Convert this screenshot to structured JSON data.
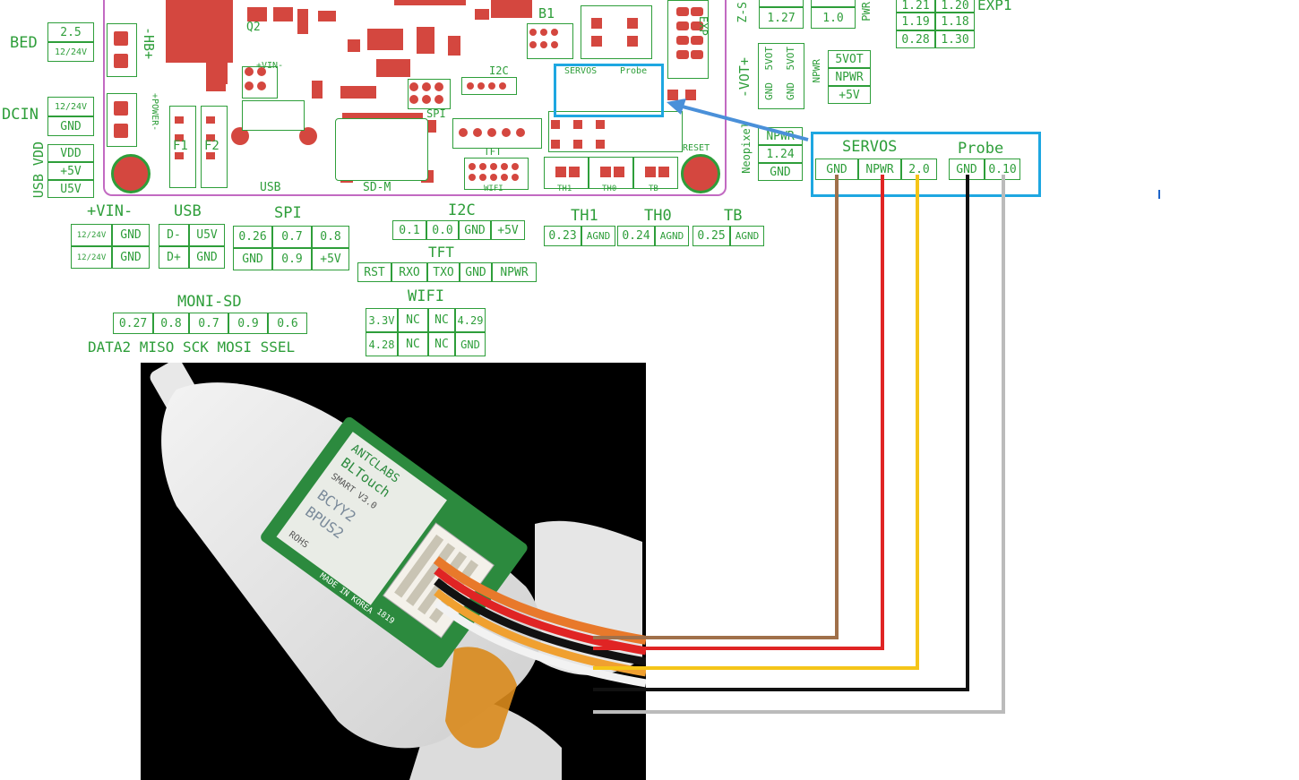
{
  "board": {
    "section_labels": {
      "bed": "BED",
      "dcin": "DCIN",
      "usb_vdd": "USB VDD",
      "vin": "+VIN-",
      "usb": "USB",
      "spi": "SPI",
      "i2c": "I2C",
      "tft": "TFT",
      "wifi": "WIFI",
      "th1": "TH1",
      "th0": "TH0",
      "tb": "TB",
      "moni_sd": "MONI-SD",
      "moni_sd_pins": "DATA2 MISO SCK MOSI SSEL",
      "vot": "-VOT+",
      "neopixel": "Neopixel",
      "npwr": "NPWR",
      "exp1": "EXP1",
      "pwr": "PWR",
      "z_s": "Z-S"
    },
    "silkscreen": {
      "q2": "Q2",
      "f1": "F1",
      "f2": "F2",
      "usb": "USB",
      "sd_m": "SD-M",
      "spi": "SPI",
      "i2c": "I2C",
      "tft": "TFT",
      "wifi": "WIFI",
      "th1": "TH1",
      "th0": "TH0",
      "tb": "TB",
      "reset": "RESET",
      "servos": "SERVOS",
      "probe": "Probe",
      "hb": "-HB+",
      "power": "+POWER-",
      "vin": "+VIN-",
      "exp": "EXP",
      "b1": "B1"
    },
    "bed_pins": [
      "2.5",
      "12/24V"
    ],
    "dcin_pins": [
      "12/24V",
      "GND"
    ],
    "usb_vdd_pins": [
      "VDD",
      "+5V",
      "U5V"
    ],
    "vin_pins": [
      [
        "12/24V",
        "GND"
      ],
      [
        "12/24V",
        "GND"
      ]
    ],
    "usb_pins": [
      [
        "D-",
        "U5V"
      ],
      [
        "D+",
        "GND"
      ]
    ],
    "spi_pins": [
      [
        "0.26",
        "0.7",
        "0.8"
      ],
      [
        "GND",
        "0.9",
        "+5V"
      ]
    ],
    "i2c_pins": [
      "0.1",
      "0.0",
      "GND",
      "+5V"
    ],
    "tft_pins": [
      "RST",
      "RXO",
      "TXO",
      "GND",
      "NPWR"
    ],
    "wifi_pins": [
      [
        "3.3V",
        "NC",
        "NC",
        "4.29"
      ],
      [
        "4.28",
        "NC",
        "NC",
        "GND"
      ]
    ],
    "th1_pins": [
      "0.23",
      "AGND"
    ],
    "th0_pins": [
      "0.24",
      "AGND"
    ],
    "tb_pins": [
      "0.25",
      "AGND"
    ],
    "moni_sd_values": [
      "0.27",
      "0.8",
      "0.7",
      "0.9",
      "0.6"
    ],
    "top_right_pins": [
      "1.27",
      "1.0"
    ],
    "exp1_pins": [
      [
        "1.21",
        "1.20"
      ],
      [
        "1.19",
        "1.18"
      ],
      [
        "0.28",
        "1.30"
      ]
    ],
    "neopixel_pins": [
      "NPWR",
      "1.24",
      "GND"
    ],
    "vot_pins": [
      "5VOT",
      "5VOT",
      "GND",
      "GND"
    ],
    "pwr_pins": [
      "5VOT",
      "NPWR",
      "+5V"
    ]
  },
  "callout": {
    "servos_title": "SERVOS",
    "probe_title": "Probe",
    "servos_pins": [
      "GND",
      "NPWR",
      "2.0"
    ],
    "probe_pins": [
      "GND",
      "0.10"
    ],
    "box_color": "#1ea7e1"
  },
  "wires": [
    {
      "pin": "GND",
      "color": "#a0704a"
    },
    {
      "pin": "NPWR",
      "color": "#e02424"
    },
    {
      "pin": "2.0",
      "color": "#f5c518"
    },
    {
      "pin": "GND",
      "color": "#111111"
    },
    {
      "pin": "0.10",
      "color": "#bbbbbb"
    }
  ],
  "sensor": {
    "brand": "ANTCLABS",
    "name": "BLTouch",
    "model": "SMART V3.0",
    "part": "BCYY2",
    "sub": "BPUS2",
    "rohs": "ROHS",
    "made_in": "MADE IN KOREA",
    "date": "1819"
  }
}
